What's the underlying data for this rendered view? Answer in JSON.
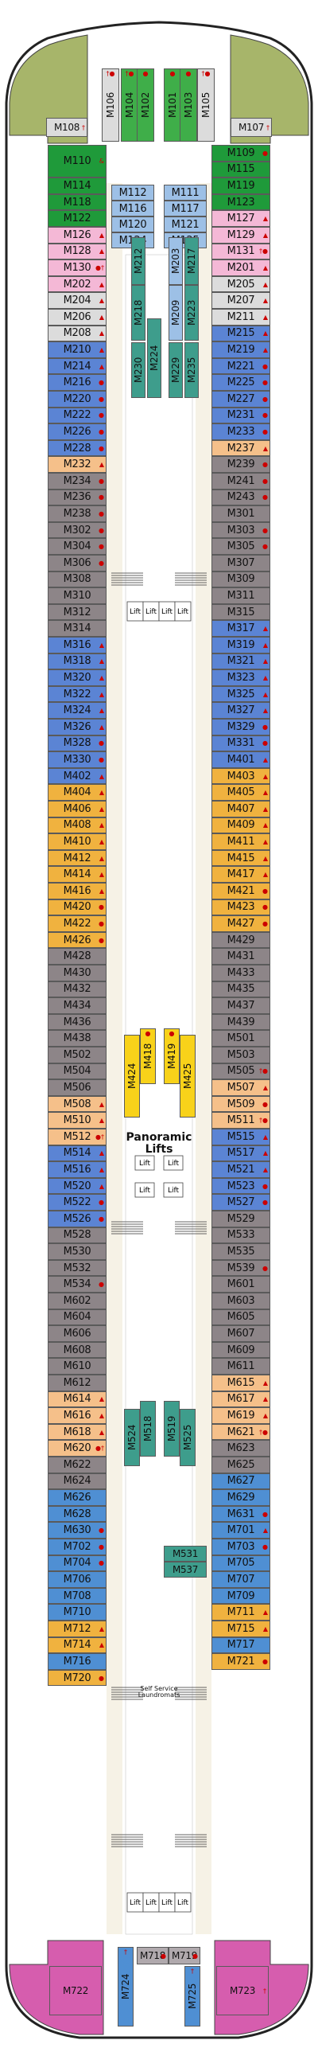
{
  "colors": {
    "bow_olive": "#a7b56a",
    "stern_magenta": "#d65dae",
    "dark_green": "#1f9a3a",
    "green": "#3fae49",
    "pink": "#f4b8d6",
    "grey_light": "#dcdcdc",
    "blue": "#5b84d4",
    "light_blue": "#9dc0e6",
    "teal": "#3e9d8c",
    "orange": "#f5c08a",
    "amber": "#f0b23f",
    "taupe": "#8d8588",
    "taupe_light": "#b0a9ad",
    "steel_blue": "#4f8fd3",
    "yellow": "#f8d21a",
    "corridor": "#f6f2e6",
    "line": "#5a5a5a"
  },
  "labels": {
    "panoramic_lifts": "Panoramic Lifts",
    "laundromats": "Self Service Laundromats",
    "lift": "Lift"
  },
  "left_cabins": [
    {
      "n": "M110",
      "c": "dark_green",
      "s": "&",
      "h": 2
    },
    {
      "n": "M114",
      "c": "dark_green"
    },
    {
      "n": "M118",
      "c": "dark_green"
    },
    {
      "n": "M122",
      "c": "dark_green"
    },
    {
      "n": "M126",
      "c": "pink",
      "s": "▲"
    },
    {
      "n": "M128",
      "c": "pink",
      "s": "▲"
    },
    {
      "n": "M130",
      "c": "pink",
      "s": "●†"
    },
    {
      "n": "M202",
      "c": "pink",
      "s": "▲"
    },
    {
      "n": "M204",
      "c": "grey_light",
      "s": "▲"
    },
    {
      "n": "M206",
      "c": "grey_light",
      "s": "▲"
    },
    {
      "n": "M208",
      "c": "grey_light",
      "s": "▲"
    },
    {
      "n": "M210",
      "c": "blue",
      "s": "▲"
    },
    {
      "n": "M214",
      "c": "blue",
      "s": "▲"
    },
    {
      "n": "M216",
      "c": "blue",
      "s": "●"
    },
    {
      "n": "M220",
      "c": "blue",
      "s": "●"
    },
    {
      "n": "M222",
      "c": "blue",
      "s": "●"
    },
    {
      "n": "M226",
      "c": "blue",
      "s": "●"
    },
    {
      "n": "M228",
      "c": "blue",
      "s": "●"
    },
    {
      "n": "M232",
      "c": "orange",
      "s": "▲"
    },
    {
      "n": "M234",
      "c": "taupe",
      "s": "●"
    },
    {
      "n": "M236",
      "c": "taupe",
      "s": "●"
    },
    {
      "n": "M238",
      "c": "taupe",
      "s": "●"
    },
    {
      "n": "M302",
      "c": "taupe",
      "s": "●"
    },
    {
      "n": "M304",
      "c": "taupe",
      "s": "●"
    },
    {
      "n": "M306",
      "c": "taupe",
      "s": "●"
    },
    {
      "n": "M308",
      "c": "taupe"
    },
    {
      "n": "M310",
      "c": "taupe"
    },
    {
      "n": "M312",
      "c": "taupe"
    },
    {
      "n": "M314",
      "c": "taupe"
    },
    {
      "n": "M316",
      "c": "blue",
      "s": "▲"
    },
    {
      "n": "M318",
      "c": "blue",
      "s": "▲"
    },
    {
      "n": "M320",
      "c": "blue",
      "s": "▲"
    },
    {
      "n": "M322",
      "c": "blue",
      "s": "▲"
    },
    {
      "n": "M324",
      "c": "blue",
      "s": "▲"
    },
    {
      "n": "M326",
      "c": "blue",
      "s": "▲"
    },
    {
      "n": "M328",
      "c": "blue",
      "s": "●"
    },
    {
      "n": "M330",
      "c": "blue",
      "s": "●"
    },
    {
      "n": "M402",
      "c": "blue",
      "s": "▲"
    },
    {
      "n": "M404",
      "c": "amber",
      "s": "▲"
    },
    {
      "n": "M406",
      "c": "amber",
      "s": "▲"
    },
    {
      "n": "M408",
      "c": "amber",
      "s": "▲"
    },
    {
      "n": "M410",
      "c": "amber",
      "s": "▲"
    },
    {
      "n": "M412",
      "c": "amber",
      "s": "▲"
    },
    {
      "n": "M414",
      "c": "amber",
      "s": "▲"
    },
    {
      "n": "M416",
      "c": "amber",
      "s": "▲"
    },
    {
      "n": "M420",
      "c": "amber",
      "s": "●"
    },
    {
      "n": "M422",
      "c": "amber",
      "s": "●"
    },
    {
      "n": "M426",
      "c": "amber",
      "s": "●"
    },
    {
      "n": "M428",
      "c": "taupe"
    },
    {
      "n": "M430",
      "c": "taupe"
    },
    {
      "n": "M432",
      "c": "taupe"
    },
    {
      "n": "M434",
      "c": "taupe"
    },
    {
      "n": "M436",
      "c": "taupe"
    },
    {
      "n": "M438",
      "c": "taupe"
    },
    {
      "n": "M502",
      "c": "taupe"
    },
    {
      "n": "M504",
      "c": "taupe"
    },
    {
      "n": "M506",
      "c": "taupe"
    },
    {
      "n": "M508",
      "c": "orange",
      "s": "▲"
    },
    {
      "n": "M510",
      "c": "orange",
      "s": "▲"
    },
    {
      "n": "M512",
      "c": "orange",
      "s": "●†"
    },
    {
      "n": "M514",
      "c": "blue",
      "s": "▲"
    },
    {
      "n": "M516",
      "c": "blue",
      "s": "▲"
    },
    {
      "n": "M520",
      "c": "blue",
      "s": "▲"
    },
    {
      "n": "M522",
      "c": "blue",
      "s": "●"
    },
    {
      "n": "M526",
      "c": "blue",
      "s": "●"
    },
    {
      "n": "M528",
      "c": "taupe"
    },
    {
      "n": "M530",
      "c": "taupe"
    },
    {
      "n": "M532",
      "c": "taupe"
    },
    {
      "n": "M534",
      "c": "taupe",
      "s": "●"
    },
    {
      "n": "M602",
      "c": "taupe"
    },
    {
      "n": "M604",
      "c": "taupe"
    },
    {
      "n": "M606",
      "c": "taupe"
    },
    {
      "n": "M608",
      "c": "taupe"
    },
    {
      "n": "M610",
      "c": "taupe"
    },
    {
      "n": "M612",
      "c": "taupe"
    },
    {
      "n": "M614",
      "c": "orange",
      "s": "▲"
    },
    {
      "n": "M616",
      "c": "orange",
      "s": "▲"
    },
    {
      "n": "M618",
      "c": "orange",
      "s": "▲"
    },
    {
      "n": "M620",
      "c": "orange",
      "s": "●†"
    },
    {
      "n": "M622",
      "c": "taupe"
    },
    {
      "n": "M624",
      "c": "taupe"
    },
    {
      "n": "M626",
      "c": "steel_blue"
    },
    {
      "n": "M628",
      "c": "steel_blue"
    },
    {
      "n": "M630",
      "c": "steel_blue",
      "s": "●"
    },
    {
      "n": "M702",
      "c": "steel_blue",
      "s": "●"
    },
    {
      "n": "M704",
      "c": "steel_blue",
      "s": "●"
    },
    {
      "n": "M706",
      "c": "steel_blue"
    },
    {
      "n": "M708",
      "c": "steel_blue"
    },
    {
      "n": "M710",
      "c": "steel_blue"
    },
    {
      "n": "M712",
      "c": "amber",
      "s": "▲"
    },
    {
      "n": "M714",
      "c": "amber",
      "s": "▲"
    },
    {
      "n": "M716",
      "c": "steel_blue"
    },
    {
      "n": "M720",
      "c": "amber",
      "s": "●"
    }
  ],
  "right_cabins": [
    {
      "n": "M109",
      "c": "dark_green",
      "s": "●"
    },
    {
      "n": "M115",
      "c": "dark_green"
    },
    {
      "n": "M119",
      "c": "dark_green"
    },
    {
      "n": "M123",
      "c": "dark_green"
    },
    {
      "n": "M127",
      "c": "pink",
      "s": "▲"
    },
    {
      "n": "M129",
      "c": "pink",
      "s": "▲"
    },
    {
      "n": "M131",
      "c": "pink",
      "s": "†●"
    },
    {
      "n": "M201",
      "c": "pink",
      "s": "▲"
    },
    {
      "n": "M205",
      "c": "grey_light",
      "s": "▲"
    },
    {
      "n": "M207",
      "c": "grey_light",
      "s": "▲"
    },
    {
      "n": "M211",
      "c": "grey_light",
      "s": "▲"
    },
    {
      "n": "M215",
      "c": "blue",
      "s": "▲"
    },
    {
      "n": "M219",
      "c": "blue",
      "s": "▲"
    },
    {
      "n": "M221",
      "c": "blue",
      "s": "●"
    },
    {
      "n": "M225",
      "c": "blue",
      "s": "●"
    },
    {
      "n": "M227",
      "c": "blue",
      "s": "●"
    },
    {
      "n": "M231",
      "c": "blue",
      "s": "●"
    },
    {
      "n": "M233",
      "c": "blue",
      "s": "●"
    },
    {
      "n": "M237",
      "c": "orange",
      "s": "▲"
    },
    {
      "n": "M239",
      "c": "taupe",
      "s": "●"
    },
    {
      "n": "M241",
      "c": "taupe",
      "s": "●"
    },
    {
      "n": "M243",
      "c": "taupe",
      "s": "●"
    },
    {
      "n": "M301",
      "c": "taupe"
    },
    {
      "n": "M303",
      "c": "taupe",
      "s": "●"
    },
    {
      "n": "M305",
      "c": "taupe",
      "s": "●"
    },
    {
      "n": "M307",
      "c": "taupe"
    },
    {
      "n": "M309",
      "c": "taupe"
    },
    {
      "n": "M311",
      "c": "taupe"
    },
    {
      "n": "M315",
      "c": "taupe"
    },
    {
      "n": "M317",
      "c": "blue",
      "s": "▲"
    },
    {
      "n": "M319",
      "c": "blue",
      "s": "▲"
    },
    {
      "n": "M321",
      "c": "blue",
      "s": "▲"
    },
    {
      "n": "M323",
      "c": "blue",
      "s": "▲"
    },
    {
      "n": "M325",
      "c": "blue",
      "s": "▲"
    },
    {
      "n": "M327",
      "c": "blue",
      "s": "▲"
    },
    {
      "n": "M329",
      "c": "blue",
      "s": "●"
    },
    {
      "n": "M331",
      "c": "blue",
      "s": "●"
    },
    {
      "n": "M401",
      "c": "blue",
      "s": "▲"
    },
    {
      "n": "M403",
      "c": "amber",
      "s": "▲"
    },
    {
      "n": "M405",
      "c": "amber",
      "s": "▲"
    },
    {
      "n": "M407",
      "c": "amber",
      "s": "▲"
    },
    {
      "n": "M409",
      "c": "amber",
      "s": "▲"
    },
    {
      "n": "M411",
      "c": "amber",
      "s": "▲"
    },
    {
      "n": "M415",
      "c": "amber",
      "s": "▲"
    },
    {
      "n": "M417",
      "c": "amber",
      "s": "▲"
    },
    {
      "n": "M421",
      "c": "amber",
      "s": "●"
    },
    {
      "n": "M423",
      "c": "amber",
      "s": "●"
    },
    {
      "n": "M427",
      "c": "amber",
      "s": "●"
    },
    {
      "n": "M429",
      "c": "taupe"
    },
    {
      "n": "M431",
      "c": "taupe"
    },
    {
      "n": "M433",
      "c": "taupe"
    },
    {
      "n": "M435",
      "c": "taupe"
    },
    {
      "n": "M437",
      "c": "taupe"
    },
    {
      "n": "M439",
      "c": "taupe"
    },
    {
      "n": "M501",
      "c": "taupe"
    },
    {
      "n": "M503",
      "c": "taupe"
    },
    {
      "n": "M505",
      "c": "taupe",
      "s": "†●"
    },
    {
      "n": "M507",
      "c": "orange",
      "s": "▲"
    },
    {
      "n": "M509",
      "c": "orange",
      "s": "●"
    },
    {
      "n": "M511",
      "c": "orange",
      "s": "†●"
    },
    {
      "n": "M515",
      "c": "blue",
      "s": "▲"
    },
    {
      "n": "M517",
      "c": "blue",
      "s": "▲"
    },
    {
      "n": "M521",
      "c": "blue",
      "s": "▲"
    },
    {
      "n": "M523",
      "c": "blue",
      "s": "●"
    },
    {
      "n": "M527",
      "c": "blue",
      "s": "●"
    },
    {
      "n": "M529",
      "c": "taupe"
    },
    {
      "n": "M533",
      "c": "taupe"
    },
    {
      "n": "M535",
      "c": "taupe"
    },
    {
      "n": "M539",
      "c": "taupe",
      "s": "●"
    },
    {
      "n": "M601",
      "c": "taupe"
    },
    {
      "n": "M603",
      "c": "taupe"
    },
    {
      "n": "M605",
      "c": "taupe"
    },
    {
      "n": "M607",
      "c": "taupe"
    },
    {
      "n": "M609",
      "c": "taupe"
    },
    {
      "n": "M611",
      "c": "taupe"
    },
    {
      "n": "M615",
      "c": "orange",
      "s": "▲"
    },
    {
      "n": "M617",
      "c": "orange",
      "s": "▲"
    },
    {
      "n": "M619",
      "c": "orange",
      "s": "▲"
    },
    {
      "n": "M621",
      "c": "orange",
      "s": "†●"
    },
    {
      "n": "M623",
      "c": "taupe"
    },
    {
      "n": "M625",
      "c": "taupe"
    },
    {
      "n": "M627",
      "c": "steel_blue"
    },
    {
      "n": "M629",
      "c": "steel_blue"
    },
    {
      "n": "M631",
      "c": "steel_blue",
      "s": "●"
    },
    {
      "n": "M701",
      "c": "steel_blue",
      "s": "▲"
    },
    {
      "n": "M703",
      "c": "steel_blue",
      "s": "●"
    },
    {
      "n": "M705",
      "c": "steel_blue"
    },
    {
      "n": "M707",
      "c": "steel_blue"
    },
    {
      "n": "M709",
      "c": "steel_blue"
    },
    {
      "n": "M711",
      "c": "amber",
      "s": "▲"
    },
    {
      "n": "M715",
      "c": "amber",
      "s": "▲"
    },
    {
      "n": "M717",
      "c": "steel_blue"
    },
    {
      "n": "M721",
      "c": "amber",
      "s": "●"
    }
  ],
  "inner_left": [
    "M112",
    "M116",
    "M120",
    "M124"
  ],
  "inner_right": [
    "M111",
    "M117",
    "M121",
    "M125"
  ],
  "bow_vertical": [
    {
      "n": "M106",
      "c": "grey_light",
      "s": "†●"
    },
    {
      "n": "M104",
      "c": "green",
      "s": "†●"
    },
    {
      "n": "M102",
      "c": "green",
      "s": "●"
    },
    {
      "n": "M101",
      "c": "green",
      "s": "●"
    },
    {
      "n": "M103",
      "c": "green",
      "s": "●"
    },
    {
      "n": "M105",
      "c": "grey_light",
      "s": "†●"
    }
  ],
  "bow_corners": [
    {
      "n": "M108",
      "s": "†"
    },
    {
      "n": "M107",
      "s": "†"
    }
  ],
  "center_cabins": [
    {
      "n": "M212",
      "c": "teal"
    },
    {
      "n": "M218",
      "c": "teal"
    },
    {
      "n": "M224",
      "c": "teal"
    },
    {
      "n": "M230",
      "c": "teal"
    },
    {
      "n": "M203",
      "c": "light_blue"
    },
    {
      "n": "M209",
      "c": "light_blue"
    },
    {
      "n": "M217",
      "c": "teal"
    },
    {
      "n": "M223",
      "c": "teal"
    },
    {
      "n": "M229",
      "c": "teal"
    },
    {
      "n": "M235",
      "c": "teal"
    },
    {
      "n": "M418",
      "c": "yellow",
      "s": "●"
    },
    {
      "n": "M419",
      "c": "yellow",
      "s": "●"
    },
    {
      "n": "M424",
      "c": "yellow"
    },
    {
      "n": "M425",
      "c": "yellow"
    },
    {
      "n": "M518",
      "c": "teal"
    },
    {
      "n": "M519",
      "c": "teal"
    },
    {
      "n": "M524",
      "c": "teal"
    },
    {
      "n": "M525",
      "c": "teal"
    },
    {
      "n": "M531",
      "c": "teal"
    },
    {
      "n": "M537",
      "c": "teal"
    }
  ],
  "stern_cabins": [
    {
      "n": "M722"
    },
    {
      "n": "M724",
      "s": "†"
    },
    {
      "n": "M718",
      "s": "●"
    },
    {
      "n": "M719",
      "s": "●"
    },
    {
      "n": "M725",
      "s": "†"
    },
    {
      "n": "M723",
      "s": "†"
    }
  ]
}
